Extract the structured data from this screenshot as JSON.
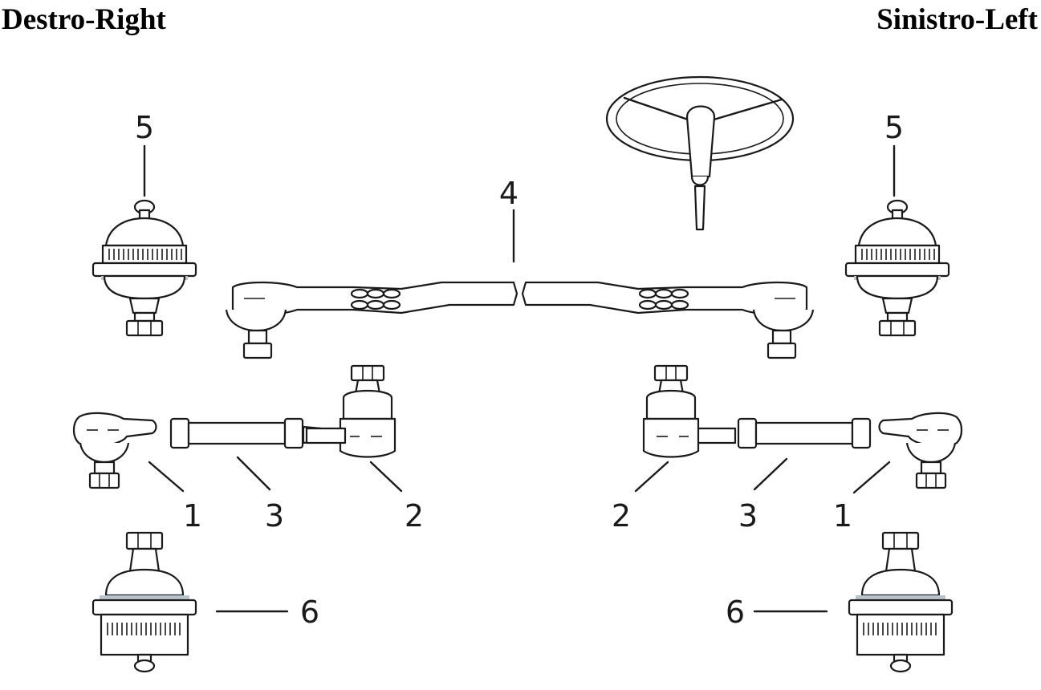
{
  "headers": {
    "right": "Destro-Right",
    "left": "Sinistro-Left"
  },
  "callouts": {
    "right_5": "5",
    "left_5": "5",
    "center_4": "4",
    "right_1": "1",
    "right_3": "3",
    "right_2": "2",
    "left_2": "2",
    "left_3": "3",
    "left_1": "1",
    "right_6": "6",
    "left_6": "6"
  },
  "colors": {
    "line": "#1a1a1a",
    "shade": "#b9c4cc"
  }
}
